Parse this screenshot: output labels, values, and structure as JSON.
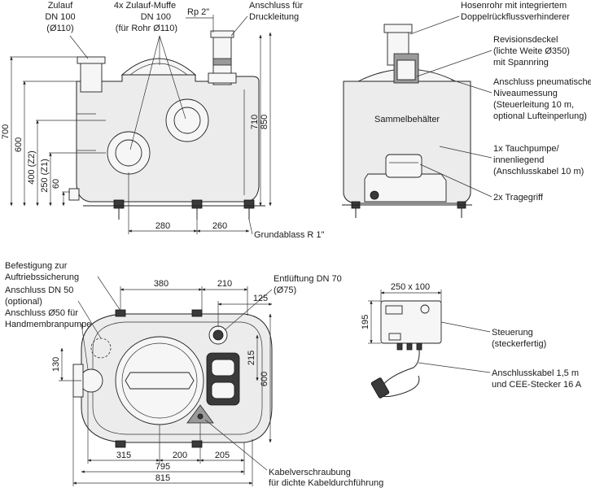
{
  "front_view": {
    "zulauf": [
      "Zulauf",
      "DN 100",
      "(Ø110)"
    ],
    "muffe": [
      "4x Zulauf-Muffe",
      "DN 100",
      "(für Rohr Ø110)"
    ],
    "rp": "Rp 2\"",
    "druck": [
      "Anschluss für",
      "Druckleitung"
    ],
    "grundablass": "Grundablass R 1\"",
    "dims": {
      "h700": "700",
      "h600": "600",
      "h400": "400 (Z2)",
      "h250": "250 (Z1)",
      "h60": "60",
      "h710": "710",
      "h850": "850",
      "w280": "280",
      "w260": "260"
    }
  },
  "side_view": {
    "hosenrohr": [
      "Hosenrohr mit integriertem",
      "Doppelrückflussverhinderer"
    ],
    "revision": [
      "Revisionsdeckel",
      "(lichte Weite Ø350)",
      "mit Spannring"
    ],
    "pneumatik": [
      "Anschluss pneumatische",
      "Niveaumessung",
      "(Steuerleitung 10 m,",
      "optional Lufteinperlung)"
    ],
    "sammel": "Sammelbehälter",
    "pumpe": [
      "1x Tauchpumpe/",
      "innenliegend",
      "(Anschlusskabel 10 m)"
    ],
    "griff": "2x Tragegriff"
  },
  "top_view": {
    "befestigung": [
      "Befestigung zur",
      "Auftriebssicherung"
    ],
    "dn50": [
      "Anschluss DN 50",
      "(optional)"
    ],
    "o50": [
      "Anschluss Ø50 für",
      "Handmembranpumpe"
    ],
    "entlueftung": [
      "Entlüftung DN 70",
      "(Ø75)"
    ],
    "kabel": [
      "Kabelverschraubung",
      "für dichte Kabeldurchführung"
    ],
    "dims": {
      "w380": "380",
      "w210": "210",
      "w125": "125",
      "h130": "130",
      "h215": "215",
      "h600": "600",
      "w315": "315",
      "w200": "200",
      "w205": "205",
      "w795": "795",
      "w815": "815"
    }
  },
  "control": {
    "size": "250 x 100",
    "h195": "195",
    "steuerung": [
      "Steuerung",
      "(steckerfertig)"
    ],
    "kabel": [
      "Anschlusskabel 1,5 m",
      "und CEE-Stecker 16 A"
    ]
  }
}
